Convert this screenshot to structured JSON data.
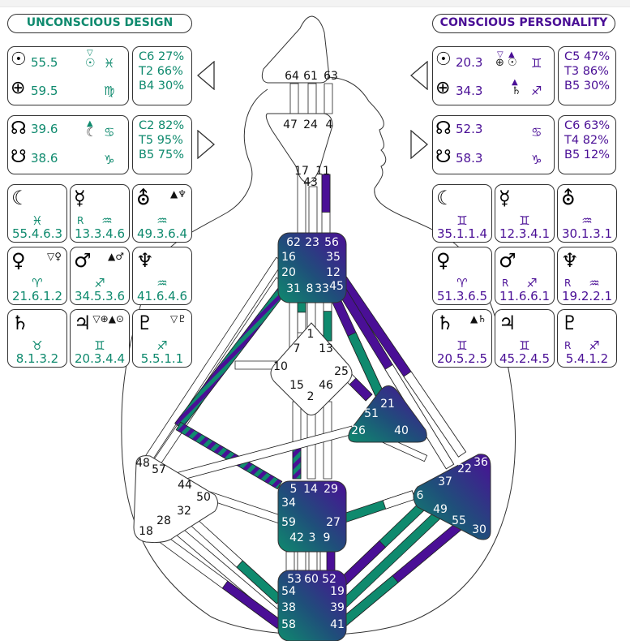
{
  "colors": {
    "design": "#0f8a6e",
    "personality": "#4a0f96",
    "center_gradient_start": "#0f8a6e",
    "center_gradient_end": "#4a0f96",
    "outline": "#333333"
  },
  "design": {
    "title": "UNCONSCIOUS DESIGN",
    "sun_earth": {
      "sun_icon": "sun-icon",
      "sun_value": "55.5",
      "earth_icon": "earth-icon",
      "earth_value": "59.5",
      "fixing": "▽⊙",
      "sun_sign": "♓",
      "earth_sign": "♍"
    },
    "sun_earth_vars": [
      "C6 27%",
      "T2 66%",
      "B4 30%"
    ],
    "nodes": {
      "north_value": "39.6",
      "south_value": "38.6",
      "fixing": "▲☾",
      "north_sign": "♋",
      "south_sign": "♑"
    },
    "nodes_vars": [
      "C2 82%",
      "T5 95%",
      "B5 75%"
    ],
    "planets": [
      {
        "name": "moon",
        "glyph": "☾",
        "sign": "♓",
        "value": "55.4.6.3",
        "retro": "",
        "fix": ""
      },
      {
        "name": "mercury",
        "glyph": "☿",
        "sign": "♒",
        "value": "13.3.4.6",
        "retro": "R",
        "fix": ""
      },
      {
        "name": "uranus",
        "glyph": "⛢",
        "sign": "♒",
        "value": "49.3.6.4",
        "retro": "",
        "fix": "▲♆"
      },
      {
        "name": "venus",
        "glyph": "♀",
        "sign": "♈",
        "value": "21.6.1.2",
        "retro": "",
        "fix": "▽♀"
      },
      {
        "name": "mars",
        "glyph": "♂",
        "sign": "♐",
        "value": "34.5.3.6",
        "retro": "",
        "fix": "▲♂"
      },
      {
        "name": "neptune",
        "glyph": "♆",
        "sign": "♒",
        "value": "41.6.4.6",
        "retro": "",
        "fix": ""
      },
      {
        "name": "saturn",
        "glyph": "♄",
        "sign": "♉",
        "value": "8.1.3.2",
        "retro": "",
        "fix": ""
      },
      {
        "name": "jupiter",
        "glyph": "♃",
        "sign": "♊",
        "value": "20.3.4.4",
        "retro": "",
        "fix": "▽⊕▲⊙"
      },
      {
        "name": "pluto",
        "glyph": "♇",
        "sign": "♐",
        "value": "5.5.1.1",
        "retro": "",
        "fix": "▽♇"
      }
    ]
  },
  "personality": {
    "title": "CONSCIOUS PERSONALITY",
    "sun_earth": {
      "sun_value": "20.3",
      "earth_value": "34.3",
      "fixing_sun": "▽⊕▲⊙",
      "fixing_earth": "▲♄",
      "sun_sign": "♊",
      "earth_sign": "♐"
    },
    "sun_earth_vars": [
      "C5 47%",
      "T3 86%",
      "B5 30%"
    ],
    "nodes": {
      "north_value": "52.3",
      "south_value": "58.3",
      "north_sign": "♋",
      "south_sign": "♑"
    },
    "nodes_vars": [
      "C6 63%",
      "T4 82%",
      "B5 12%"
    ],
    "planets": [
      {
        "name": "moon",
        "glyph": "☾",
        "sign": "♊",
        "value": "35.1.1.4",
        "retro": "",
        "fix": ""
      },
      {
        "name": "mercury",
        "glyph": "☿",
        "sign": "♊",
        "value": "12.3.4.1",
        "retro": "",
        "fix": ""
      },
      {
        "name": "uranus",
        "glyph": "⛢",
        "sign": "♒",
        "value": "30.1.3.1",
        "retro": "",
        "fix": ""
      },
      {
        "name": "venus",
        "glyph": "♀",
        "sign": "♈",
        "value": "51.3.6.5",
        "retro": "",
        "fix": ""
      },
      {
        "name": "mars",
        "glyph": "♂",
        "sign": "♐",
        "value": "11.6.6.1",
        "retro": "R",
        "fix": ""
      },
      {
        "name": "neptune",
        "glyph": "♆",
        "sign": "♒",
        "value": "19.2.2.1",
        "retro": "R",
        "fix": ""
      },
      {
        "name": "saturn",
        "glyph": "♄",
        "sign": "♊",
        "value": "20.5.2.5",
        "retro": "",
        "fix": "▲♄"
      },
      {
        "name": "jupiter",
        "glyph": "♃",
        "sign": "♊",
        "value": "45.2.4.5",
        "retro": "",
        "fix": ""
      },
      {
        "name": "pluto",
        "glyph": "♇",
        "sign": "♐",
        "value": "5.4.1.2",
        "retro": "R",
        "fix": ""
      }
    ]
  },
  "arrows": {
    "design_top": "left",
    "design_bottom": "right",
    "personality_top": "left",
    "personality_bottom": "right"
  },
  "centers": {
    "head": {
      "defined": false,
      "gates": [
        "64",
        "61",
        "63"
      ]
    },
    "ajna": {
      "defined": false,
      "gates": [
        "47",
        "24",
        "4",
        "17",
        "11",
        "43"
      ]
    },
    "throat": {
      "defined": true,
      "gates": [
        "62",
        "23",
        "56",
        "16",
        "35",
        "20",
        "12",
        "31",
        "8",
        "33",
        "45"
      ]
    },
    "g": {
      "defined": false,
      "gates": [
        "1",
        "7",
        "13",
        "10",
        "25",
        "15",
        "46",
        "2"
      ]
    },
    "heart": {
      "defined": true,
      "gates": [
        "21",
        "51",
        "26",
        "40"
      ]
    },
    "spleen": {
      "defined": false,
      "gates": [
        "48",
        "57",
        "44",
        "50",
        "32",
        "28",
        "18"
      ]
    },
    "sacral": {
      "defined": true,
      "gates": [
        "5",
        "14",
        "29",
        "34",
        "27",
        "59",
        "42",
        "3",
        "9"
      ]
    },
    "solar_plexus": {
      "defined": true,
      "gates": [
        "36",
        "22",
        "37",
        "6",
        "49",
        "55",
        "30"
      ]
    },
    "root": {
      "defined": true,
      "gates": [
        "53",
        "60",
        "52",
        "54",
        "19",
        "38",
        "39",
        "58",
        "41"
      ]
    }
  },
  "channels_defined": [
    {
      "gates": "20-34",
      "activation": "both"
    },
    {
      "gates": "10-34",
      "activation": "both"
    },
    {
      "gates": "57-34",
      "activation": "both"
    },
    {
      "gates": "12-22",
      "activation": "personality"
    },
    {
      "gates": "35-36",
      "activation": "personality"
    },
    {
      "gates": "45-21",
      "activation": "personality/design"
    },
    {
      "gates": "8-1",
      "activation": "design"
    },
    {
      "gates": "33-13",
      "activation": "design"
    },
    {
      "gates": "59-6",
      "activation": "design"
    },
    {
      "gates": "19-49",
      "activation": "personality/design"
    },
    {
      "gates": "39-55",
      "activation": "design"
    },
    {
      "gates": "41-30",
      "activation": "design/personality"
    },
    {
      "gates": "54-32",
      "activation": "design"
    },
    {
      "gates": "58-18",
      "activation": "personality"
    },
    {
      "gates": "5-15",
      "activation": "both"
    },
    {
      "gates": "51-25",
      "activation": "personality"
    },
    {
      "gates": "9-52",
      "activation": "personality"
    },
    {
      "gates": "11-56",
      "activation": "personality"
    }
  ]
}
